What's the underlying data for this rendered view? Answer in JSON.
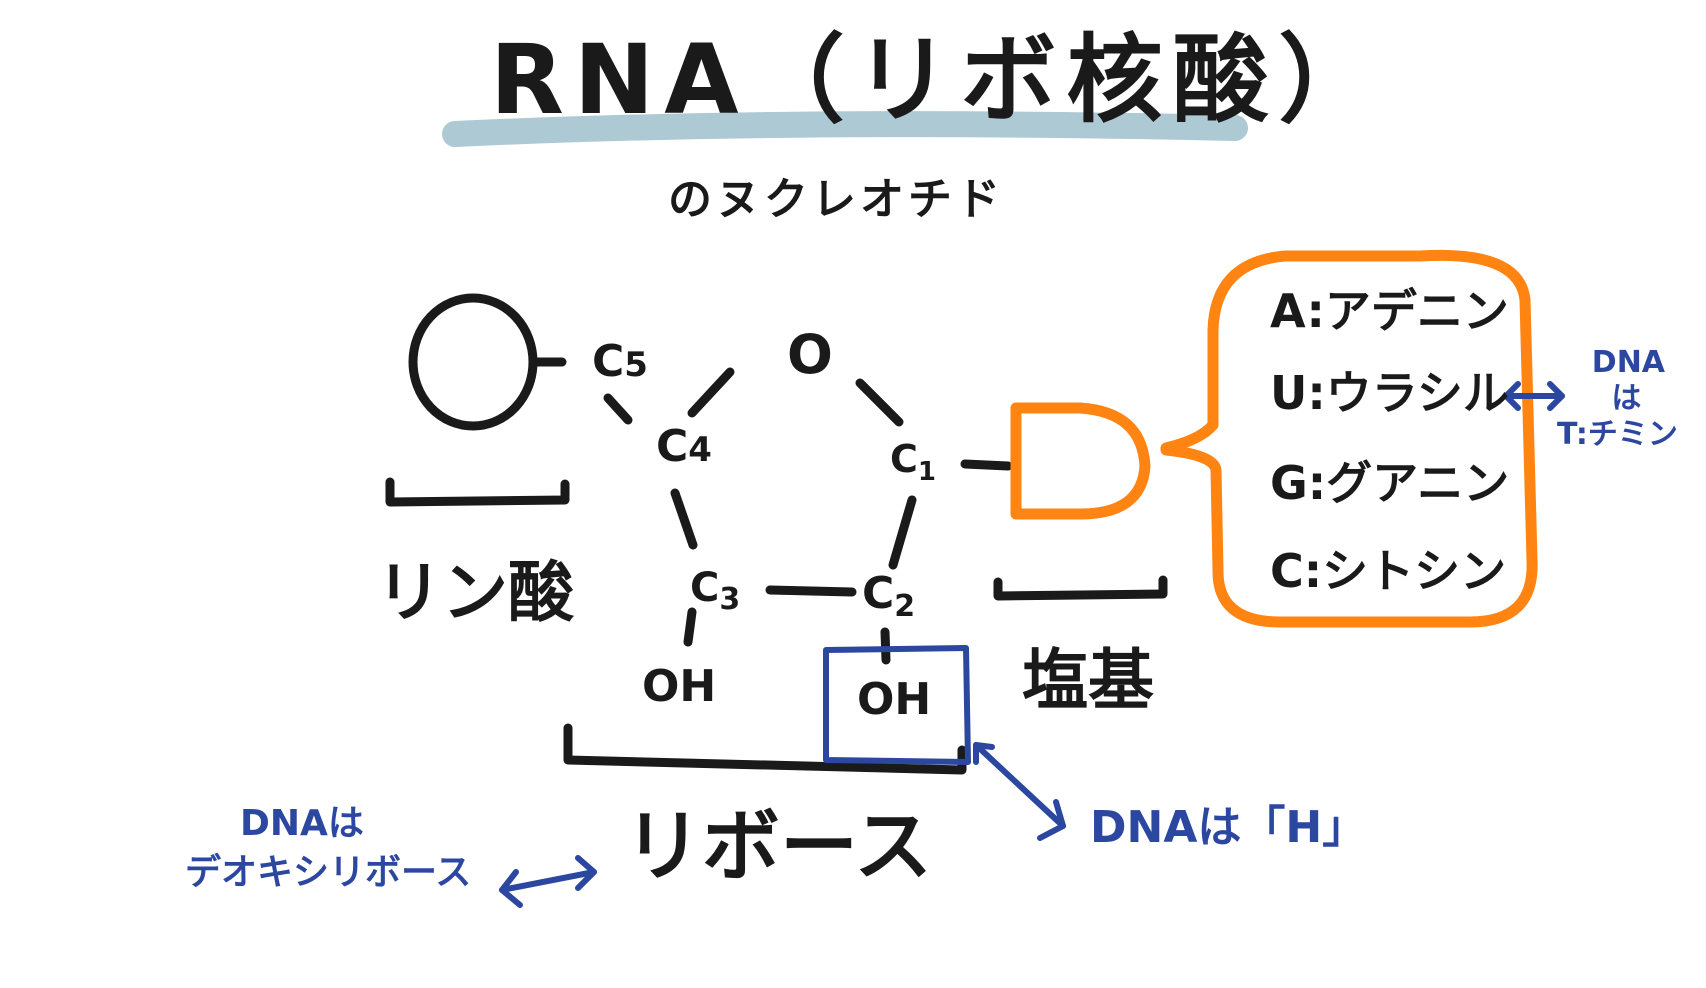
{
  "title": "RNA（リボ核酸）",
  "subtitle": "のヌクレオチド",
  "colors": {
    "ink": "#1a1a1a",
    "highlight": "#9fc0cb",
    "base": "#ff8412",
    "note": "#2b47a0"
  },
  "structure": {
    "atoms": {
      "c5": {
        "symbol": "C",
        "index": "5"
      },
      "c4": {
        "symbol": "C",
        "index": "4"
      },
      "o": {
        "symbol": "O"
      },
      "c1": {
        "symbol": "C",
        "index": "1"
      },
      "c3": {
        "symbol": "C",
        "index": "3"
      },
      "c2": {
        "symbol": "C",
        "index": "2"
      },
      "oh3": "OH",
      "oh2": "OH"
    },
    "labels": {
      "phosphate": "リン酸",
      "base": "塩基",
      "ribose": "リボース"
    }
  },
  "bases": [
    {
      "letter": "A",
      "name": "アデニン"
    },
    {
      "letter": "U",
      "name": "ウラシル"
    },
    {
      "letter": "G",
      "name": "グアニン"
    },
    {
      "letter": "C",
      "name": "シトシン"
    }
  ],
  "notes": {
    "thymine": {
      "line1": "DNA",
      "line2": "は",
      "line3": "T:チミン"
    },
    "hydrogen": "DNAは「H」",
    "deoxyribose": {
      "line1": "DNAは",
      "line2": "デオキシリボース"
    }
  }
}
